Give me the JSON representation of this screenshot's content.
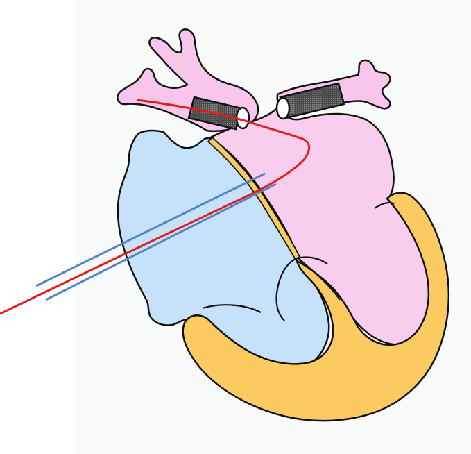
{
  "diagram": {
    "colors": {
      "background": "#ffffff",
      "panel": "#f9fbfb",
      "outline": "#111111",
      "pulmonary_artery": "#f7c6ea",
      "left_ventricle": "#f8cdee",
      "right_ventricle": "#c6e2fb",
      "myocardium": "#fbcb62",
      "band": "#555555",
      "red_line": "#e21b1b",
      "blue_line": "#5584c3"
    },
    "components": [
      "pulmonary-artery",
      "pulmonary-artery-bands",
      "right-ventricle",
      "left-ventricle",
      "ventricular-septum",
      "left-ventricle-wall",
      "red-catheter-line",
      "blue-guide-lines"
    ]
  }
}
